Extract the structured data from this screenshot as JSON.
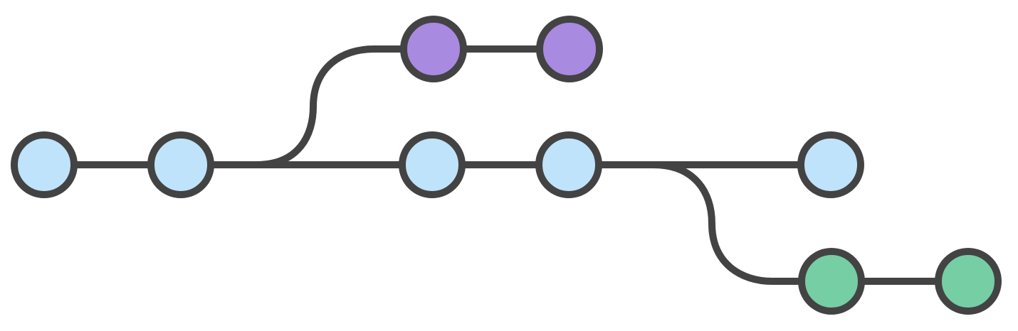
{
  "diagram": {
    "type": "git-branch-graph",
    "colors": {
      "line": "#434343",
      "main": "#bfe3fb",
      "feature_top": "#a98ae1",
      "feature_bottom": "#76cea5"
    },
    "branches": [
      {
        "id": "main",
        "color_key": "main",
        "commit_count": 5
      },
      {
        "id": "feature-top",
        "color_key": "feature_top",
        "commit_count": 2,
        "forks_after_main_commit": 2
      },
      {
        "id": "feature-bottom",
        "color_key": "feature_bottom",
        "commit_count": 2,
        "forks_after_main_commit": 4
      }
    ]
  }
}
